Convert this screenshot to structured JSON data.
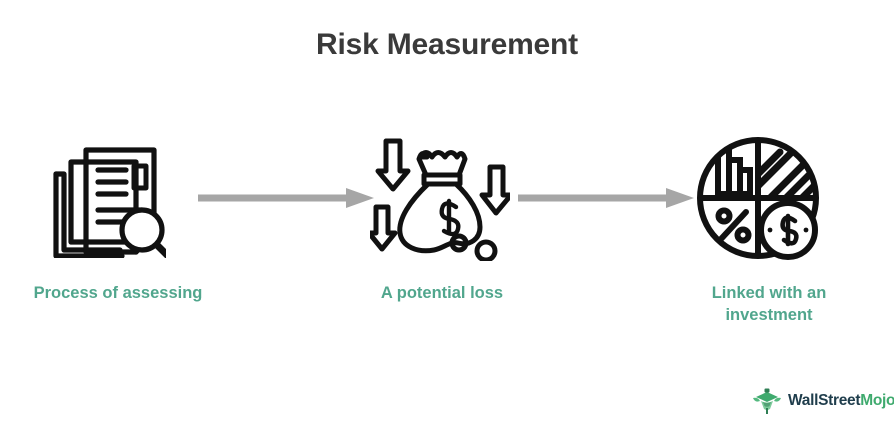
{
  "page": {
    "background_color": "#ffffff",
    "title": "Risk Measurement",
    "title_color": "#3a3a3a"
  },
  "theme": {
    "accent_teal": "#51a68d",
    "arrow_gray": "#a6a6a6",
    "icon_black": "#111111",
    "logo_navy": "#1f3d4c",
    "logo_green": "#3faa6e"
  },
  "flow": {
    "steps": [
      {
        "id": "process-of-assessing",
        "icon": "documents-magnifier-icon",
        "caption": "Process of assessing"
      },
      {
        "id": "a-potential-loss",
        "icon": "money-bag-down-arrows-icon",
        "caption": "A potential loss"
      },
      {
        "id": "linked-with-an-investment",
        "icon": "pie-chart-quadrants-icon",
        "caption_line1": "Linked with an",
        "caption_line2": "investment"
      }
    ],
    "connectors": [
      {
        "id": "arrow-1",
        "icon": "arrow-right-icon"
      },
      {
        "id": "arrow-2",
        "icon": "arrow-right-icon"
      }
    ]
  },
  "logo": {
    "mark": "wallstreetmojo-mascot-icon",
    "text_primary": "WallStreet",
    "text_secondary": "Mojo"
  }
}
